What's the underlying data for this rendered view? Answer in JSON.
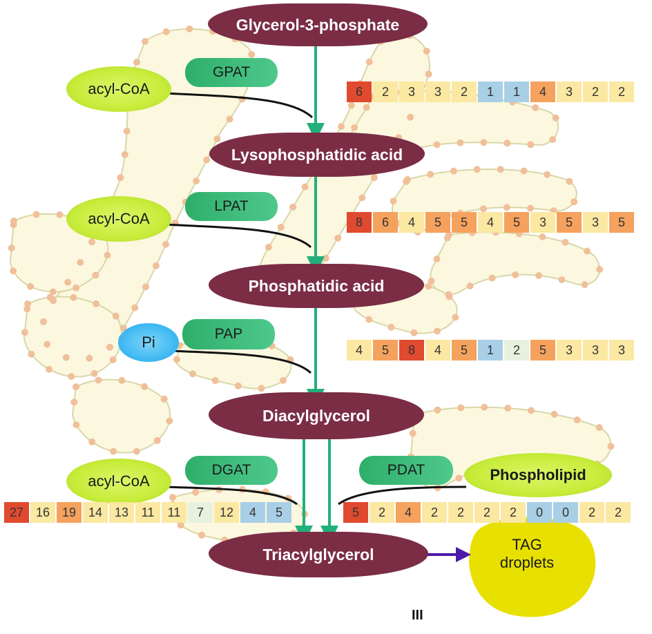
{
  "metabolites": {
    "g3p": "Glycerol-3-phosphate",
    "lpa": "Lysophosphatidic acid",
    "pa": "Phosphatidic acid",
    "dag": "Diacylglycerol",
    "tag": "Triacylglycerol"
  },
  "enzymes": {
    "gpat": "GPAT",
    "lpat": "LPAT",
    "pap": "PAP",
    "dgat": "DGAT",
    "pdat": "PDAT"
  },
  "substrates": {
    "acyl_coa_1": "acyl-CoA",
    "acyl_coa_2": "acyl-CoA",
    "pi": "Pi",
    "acyl_coa_3": "acyl-CoA",
    "phospholipid": "Phospholipid"
  },
  "droplets": {
    "line1": "TAG",
    "line2": "droplets"
  },
  "panel_mark": "III",
  "heatmaps": {
    "gpat": [
      "6",
      "2",
      "3",
      "3",
      "2",
      "1",
      "1",
      "4",
      "3",
      "2",
      "2"
    ],
    "lpat": [
      "8",
      "6",
      "4",
      "5",
      "5",
      "4",
      "5",
      "3",
      "5",
      "3",
      "5"
    ],
    "pap": [
      "4",
      "5",
      "8",
      "4",
      "5",
      "1",
      "2",
      "5",
      "3",
      "3",
      "3"
    ],
    "dgat": [
      "27",
      "16",
      "19",
      "14",
      "13",
      "11",
      "11",
      "7",
      "12",
      "4",
      "5"
    ],
    "pdat": [
      "5",
      "2",
      "4",
      "2",
      "2",
      "2",
      "2",
      "0",
      "0",
      "2",
      "2"
    ]
  },
  "colors": {
    "metabolite": "#7b2d45",
    "arrow": "#22b07a",
    "enzyme": "#3dbb7c",
    "acyl_coa": "#c8ec3a",
    "pi": "#38b6f0",
    "droplet": "#e8e000",
    "er": "#fbf8df",
    "er_outline": "#d9d6a8",
    "ribosome": "#f0c09a",
    "heat_red": "#e04a2e",
    "heat_orange": "#f5a25e",
    "heat_yellow": "#fbe8a2",
    "heat_pale": "#e8f1e0",
    "heat_blue": "#a8cfe6",
    "drop_arrow": "#4b1aa8"
  }
}
